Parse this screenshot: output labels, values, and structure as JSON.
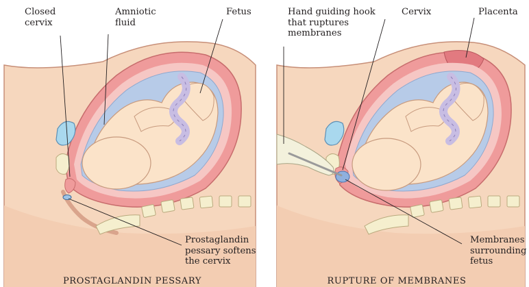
{
  "left_panel": {
    "caption": "PROSTAGLANDIN PESSARY",
    "labels": {
      "closed_cervix": "Closed\ncervix",
      "amniotic_fluid": "Amniotic\nfluid",
      "fetus": "Fetus",
      "prostaglandin": "Prostaglandin\npessary softens\nthe cervix"
    }
  },
  "right_panel": {
    "caption": "RUPTURE OF MEMBRANES",
    "labels": {
      "hand_hook": "Hand guiding hook\nthat ruptures\nmembranes",
      "cervix": "Cervix",
      "placenta": "Placenta",
      "membranes": "Membranes\nsurrounding\nfetus"
    }
  },
  "colors": {
    "skin": "#f6d7be",
    "skin_outline": "#c78f78",
    "uterus_wall": "#ef9b9b",
    "uterus_inner": "#f6c7c4",
    "fluid": "#b7cbe8",
    "fetus": "#fbe3c9",
    "cord": "#c8bde3",
    "bone": "#f5efce",
    "bladder": "#a9d8ee",
    "pessary": "#9fc4e6",
    "glove": "#f3f1dc",
    "hook": "#9a9a9a",
    "line": "#231f20"
  }
}
